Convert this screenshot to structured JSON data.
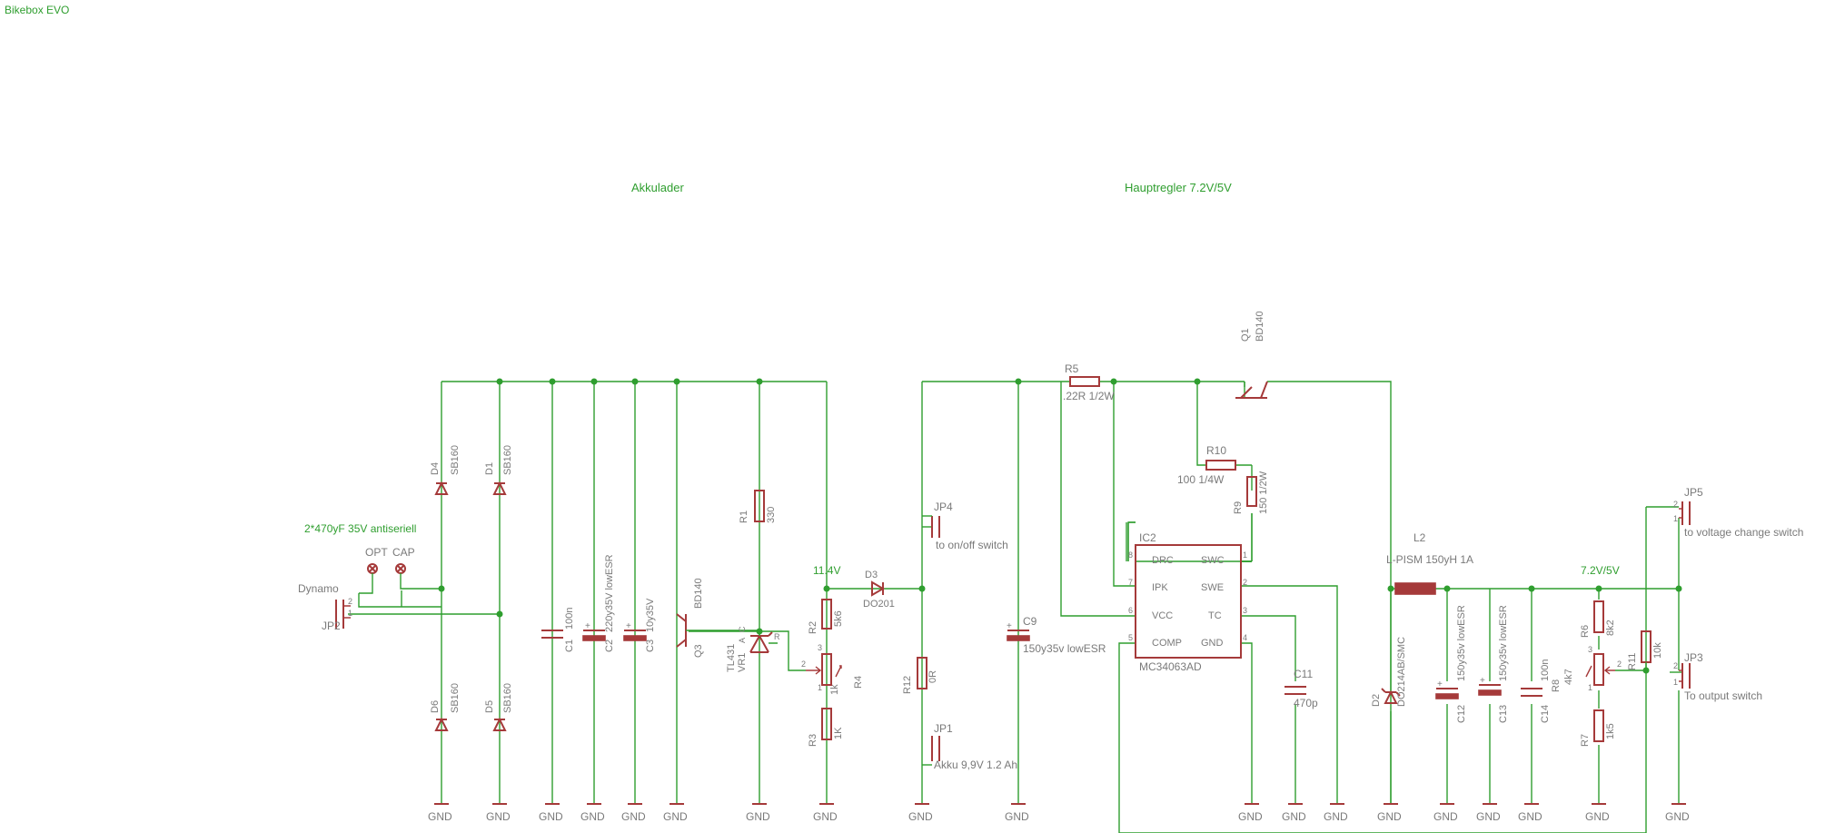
{
  "title": "Bikebox EVO",
  "sections": {
    "charger": "Akkulader",
    "regulator": "Hauptregler 7.2V/5V"
  },
  "notes": {
    "dynamo_caps": "2*470yF 35V antiseriell"
  },
  "nets": {
    "n114": "11.4V",
    "n72": "7.2V/5V"
  },
  "gnd": "GND",
  "parts": {
    "D4": {
      "name": "D4",
      "value": "SB160"
    },
    "D1": {
      "name": "D1",
      "value": "SB160"
    },
    "D6": {
      "name": "D6",
      "value": "SB160"
    },
    "D5": {
      "name": "D5",
      "value": "SB160"
    },
    "JP2": {
      "name": "JP2",
      "value": "Dynamo"
    },
    "OPT": {
      "name": "OPT"
    },
    "CAP": {
      "name": "CAP"
    },
    "C1": {
      "name": "C1",
      "value": "100n"
    },
    "C2": {
      "name": "C2",
      "value": "220y35V lowESR"
    },
    "C3": {
      "name": "C3",
      "value": "10y35V"
    },
    "Q3": {
      "name": "Q3",
      "value": "BD140"
    },
    "R1": {
      "name": "R1",
      "value": "330"
    },
    "VR1": {
      "name": "VR1",
      "value": "TL431",
      "pins": [
        "A",
        "C",
        "R"
      ]
    },
    "R2": {
      "name": "R2",
      "value": "5k6"
    },
    "R4": {
      "name": "R4",
      "value": "1k"
    },
    "R3": {
      "name": "R3",
      "value": "1K"
    },
    "D3": {
      "name": "D3",
      "value": "DO201"
    },
    "JP4": {
      "name": "JP4",
      "value": "to on/off switch"
    },
    "R12": {
      "name": "R12",
      "value": "0R"
    },
    "JP1": {
      "name": "JP1",
      "value": "Akku 9,9V 1.2 Ah"
    },
    "C9": {
      "name": "C9",
      "value": "150y35v lowESR"
    },
    "R5": {
      "name": "R5",
      "value": ".22R 1/2W"
    },
    "Q1": {
      "name": "Q1",
      "value": "BD140"
    },
    "R10": {
      "name": "R10",
      "value": "100 1/4W"
    },
    "R9": {
      "name": "R9",
      "value": "150 1/2W"
    },
    "IC2": {
      "name": "IC2",
      "value": "MC34063AD",
      "pins_left": [
        {
          "num": "8",
          "label": "DRC"
        },
        {
          "num": "7",
          "label": "IPK"
        },
        {
          "num": "6",
          "label": "VCC"
        },
        {
          "num": "5",
          "label": "COMP"
        }
      ],
      "pins_right": [
        {
          "num": "1",
          "label": "SWC"
        },
        {
          "num": "2",
          "label": "SWE"
        },
        {
          "num": "3",
          "label": "TC"
        },
        {
          "num": "4",
          "label": "GND"
        }
      ]
    },
    "C11": {
      "name": "C11",
      "value": "470p"
    },
    "L2": {
      "name": "L2",
      "value": "L-PISM 150yH 1A"
    },
    "D2": {
      "name": "D2",
      "value": "DO214AB/SMC"
    },
    "C12": {
      "name": "C12",
      "value": "150y35v lowESR"
    },
    "C13": {
      "name": "C13",
      "value": "150y35v lowESR"
    },
    "C14": {
      "name": "C14",
      "value": "100n"
    },
    "R6": {
      "name": "R6",
      "value": "8k2"
    },
    "R8": {
      "name": "R8",
      "value": "4k7"
    },
    "R7": {
      "name": "R7",
      "value": "1k5"
    },
    "R11": {
      "name": "R11",
      "value": "10k"
    },
    "JP5": {
      "name": "JP5",
      "value": "to voltage change switch"
    },
    "JP3": {
      "name": "JP3",
      "value": "To output switch"
    }
  }
}
